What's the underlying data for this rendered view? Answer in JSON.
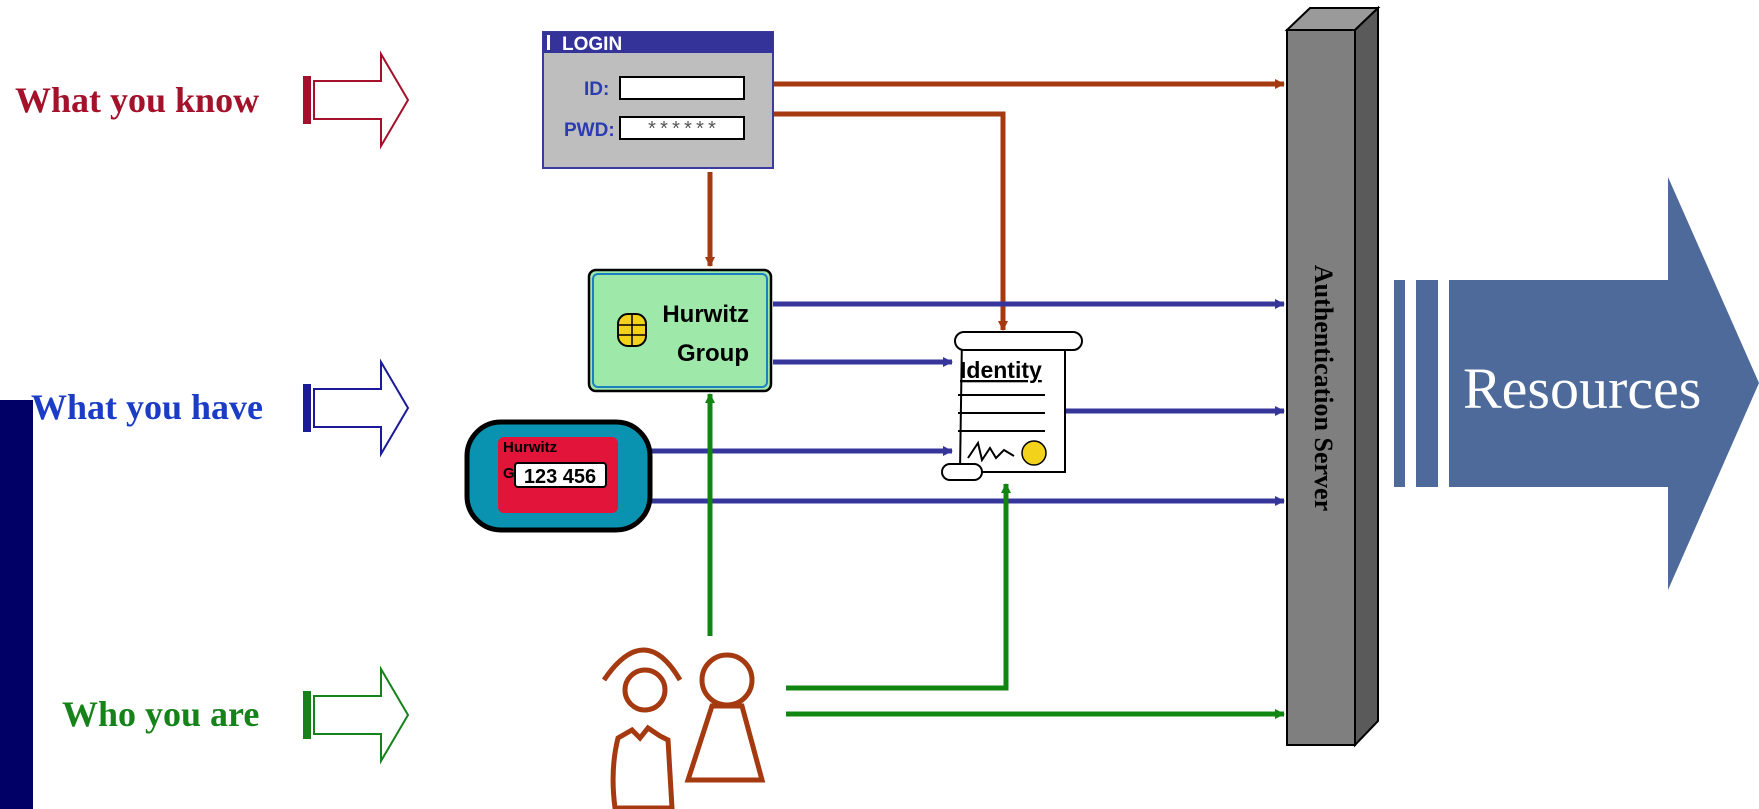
{
  "categories": {
    "know": {
      "label": "What you know",
      "color": "#a3122a"
    },
    "have": {
      "label": "What you have",
      "color": "#1a3cc6"
    },
    "are": {
      "label": "Who you are",
      "color": "#16821a"
    }
  },
  "login": {
    "title": "LOGIN",
    "id_label": "ID:",
    "pwd_label": "PWD:",
    "pwd_value": "******"
  },
  "smart_card": {
    "line1": "Hurwitz",
    "line2": "Group"
  },
  "token": {
    "line1": "Hurwitz",
    "line2": "Group",
    "code": "123 456"
  },
  "certificate": {
    "title": "Identity"
  },
  "server": {
    "label": "Authentication Server"
  },
  "resources": {
    "label": "Resources"
  },
  "colors": {
    "know_arrow": "#a53a10",
    "have_arrow": "#35359a",
    "are_arrow": "#108510",
    "resources_fill": "#4d6a9a",
    "server_fill": "#7f7f7f",
    "left_bar": "#000066"
  }
}
